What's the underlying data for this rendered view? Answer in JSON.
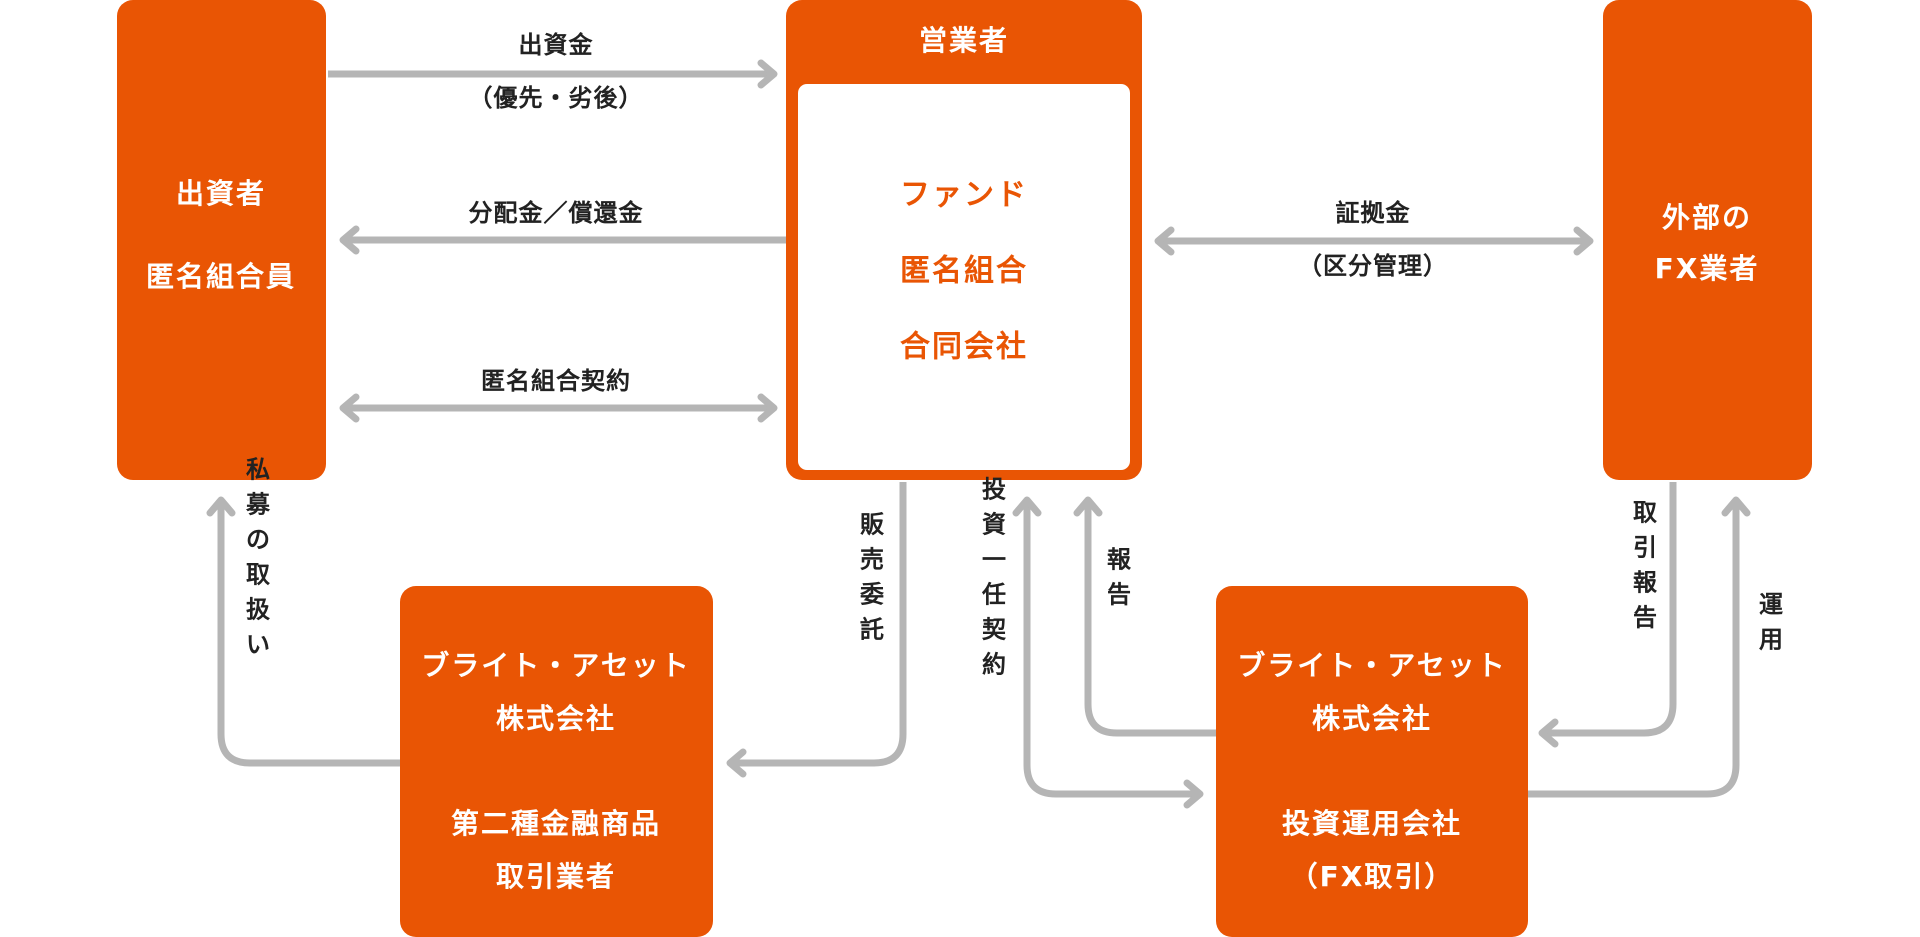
{
  "colors": {
    "accent": "#e95504",
    "connector": "#b5b5b5",
    "label_text": "#222222",
    "box_text": "#ffffff"
  },
  "boxes": {
    "investor": {
      "lines": [
        "出資者",
        "匿名組合員"
      ]
    },
    "operator": {
      "header": "営業者",
      "lines": [
        "ファンド",
        "匿名組合",
        "合同会社"
      ]
    },
    "fx_dealer": {
      "lines": [
        "外部の",
        "FX業者"
      ]
    },
    "distributor": {
      "lines": [
        "ブライト・アセット",
        "株式会社",
        "",
        "第二種金融商品",
        "取引業者"
      ]
    },
    "manager": {
      "lines": [
        "ブライト・アセット",
        "株式会社",
        "",
        "投資運用会社",
        "（FX取引）"
      ]
    }
  },
  "labels": {
    "capital": "出資金",
    "capital_sub": "（優先・劣後）",
    "distribution": "分配金／償還金",
    "contract": "匿名組合契約",
    "margin": "証拠金",
    "margin_sub": "（区分管理）",
    "private_placement": "私募の取扱い",
    "sales_consignment": "販売委託",
    "discretionary_contract": "投資一任契約",
    "report": "報告",
    "trade_report": "取引報告",
    "operation": "運用"
  }
}
